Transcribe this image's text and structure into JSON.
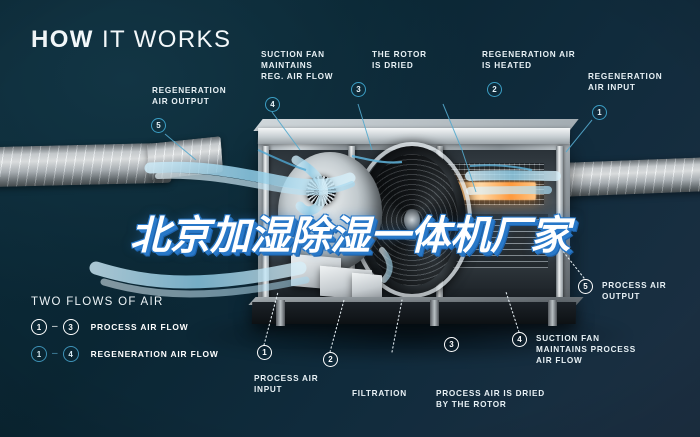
{
  "page": {
    "headline_bold": "HOW",
    "headline_light": "IT WORKS",
    "watermark_title": "北京加湿除湿一体机厂家"
  },
  "colors": {
    "background_dark_teal": "#0a2430",
    "background_navy": "#1d3043",
    "process_marker": "#ffffff",
    "regeneration_marker": "#3b9ec4",
    "airflow_ribbon": "#9fd6ee",
    "heater_glow": "#ff9a3c"
  },
  "callouts": {
    "top": [
      {
        "number": "4",
        "label": "SUCTION FAN\nMAINTAINS\nREG. AIR FLOW",
        "flow": "regeneration"
      },
      {
        "number": "3",
        "label": "THE ROTOR\nIS DRIED",
        "flow": "regeneration"
      },
      {
        "number": "2",
        "label": "REGENERATION AIR\nIS HEATED",
        "flow": "regeneration"
      },
      {
        "number": "1",
        "label": "REGENERATION\nAIR INPUT",
        "flow": "regeneration"
      },
      {
        "number": "5",
        "label": "REGENERATION\nAIR OUTPUT",
        "flow": "regeneration"
      }
    ],
    "bottom": [
      {
        "number": "1",
        "label": "PROCESS AIR\nINPUT",
        "flow": "process"
      },
      {
        "number": "2",
        "label": "FILTRATION",
        "flow": "process"
      },
      {
        "number": "3",
        "label": "PROCESS AIR IS DRIED\nBY THE ROTOR",
        "flow": "process"
      },
      {
        "number": "4",
        "label": "SUCTION FAN\nMAINTAINS PROCESS\nAIR FLOW",
        "flow": "process"
      },
      {
        "number": "5",
        "label": "PROCESS AIR\nOUTPUT",
        "flow": "process"
      }
    ]
  },
  "legend": {
    "title": "TWO FLOWS OF AIR",
    "rows": [
      {
        "from": "1",
        "dash": "–",
        "to": "3",
        "label": "PROCESS AIR FLOW",
        "flow": "process"
      },
      {
        "from": "1",
        "dash": "–",
        "to": "4",
        "label": "REGENERATION AIR FLOW",
        "flow": "regeneration"
      }
    ]
  },
  "illustration": {
    "name": "desiccant-rotor-dehumidifier-cutaway",
    "parts": [
      "left-spiral-duct",
      "right-spiral-duct",
      "cabinet",
      "desiccant-rotor",
      "suction-fan",
      "heater-bank",
      "filter-bank",
      "filtration-boxes",
      "base-plinth"
    ]
  }
}
